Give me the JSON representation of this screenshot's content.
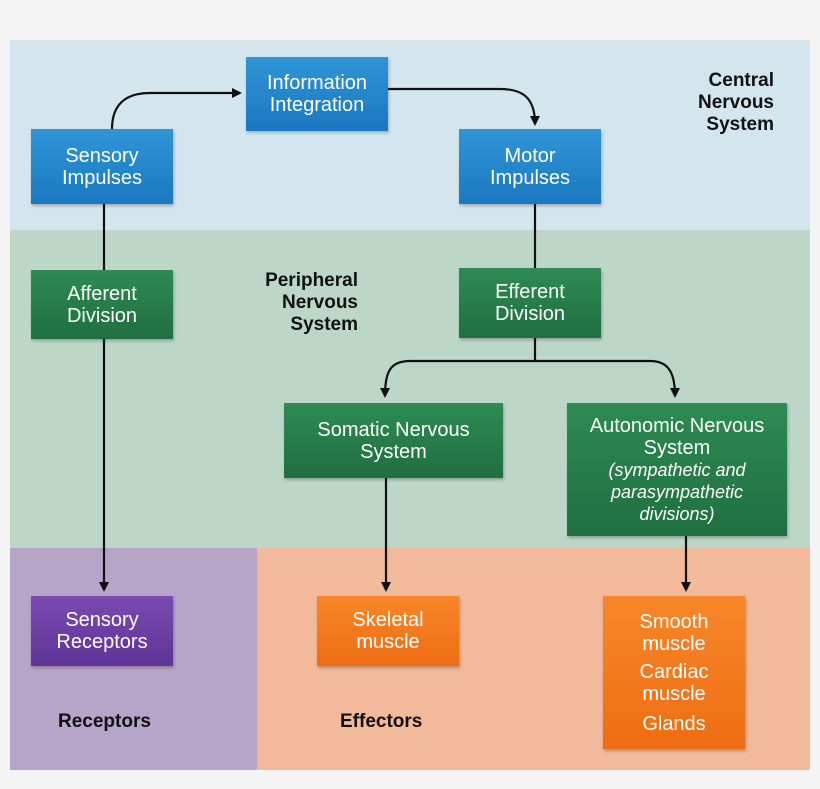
{
  "zones": {
    "cns": {
      "line1": "Central",
      "line2": "Nervous",
      "line3": "System"
    },
    "pns": {
      "line1": "Peripheral",
      "line2": "Nervous",
      "line3": "System"
    },
    "receptors": "Receptors",
    "effectors": "Effectors"
  },
  "boxes": {
    "info_integration": {
      "line1": "Information",
      "line2": "Integration"
    },
    "sensory_impulses": {
      "line1": "Sensory",
      "line2": "Impulses"
    },
    "motor_impulses": {
      "line1": "Motor",
      "line2": "Impulses"
    },
    "afferent_division": {
      "line1": "Afferent",
      "line2": "Division"
    },
    "efferent_division": {
      "line1": "Efferent",
      "line2": "Division"
    },
    "somatic_ns": {
      "line1": "Somatic Nervous",
      "line2": "System"
    },
    "autonomic_ns": {
      "line1": "Autonomic Nervous",
      "line2": "System",
      "note1": "(sympathetic and",
      "note2": "parasympathetic",
      "note3": "divisions)"
    },
    "sensory_receptors": {
      "line1": "Sensory",
      "line2": "Receptors"
    },
    "skeletal_muscle": {
      "line1": "Skeletal",
      "line2": "muscle"
    },
    "visceral_effectors": {
      "smooth1": "Smooth",
      "smooth2": "muscle",
      "cardiac1": "Cardiac",
      "cardiac2": "muscle",
      "glands": "Glands"
    }
  },
  "colors": {
    "cns_band": "#d3e6ee",
    "pns_band": "#bcd7c8",
    "receptors_band": "#b7a4c9",
    "effectors_band": "#f2b99a",
    "blue_box": "#2f95d6",
    "green_box": "#2e8b53",
    "purple_box": "#6a3fa3",
    "orange_box": "#f47b20"
  }
}
